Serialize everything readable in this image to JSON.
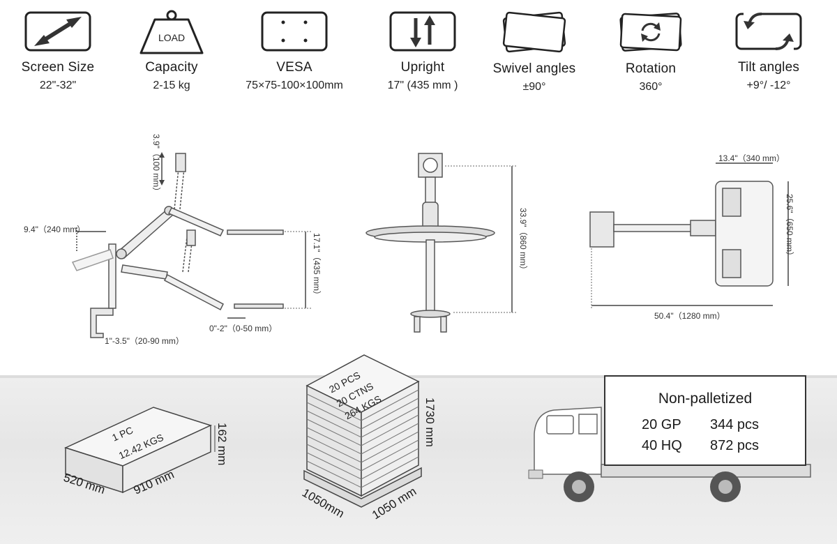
{
  "specs": [
    {
      "title": "Screen Size",
      "value": "22\"-32\"",
      "icon": "diagonal-arrow-icon"
    },
    {
      "title": "Capacity",
      "value": "2-15 kg",
      "icon": "load-weight-icon",
      "icon_text": "LOAD"
    },
    {
      "title": "VESA",
      "value": "75×75-100×100mm",
      "icon": "vesa-plate-icon"
    },
    {
      "title": "Upright",
      "value": "17\" (435 mm )",
      "icon": "up-down-arrows-icon"
    },
    {
      "title": "Swivel angles",
      "value": "±90°",
      "icon": "swivel-screens-icon"
    },
    {
      "title": "Rotation",
      "value": "360°",
      "icon": "rotation-icon"
    },
    {
      "title": "Tilt angles",
      "value": "+9°/  -12°",
      "icon": "tilt-arrows-icon"
    }
  ],
  "side_view": {
    "height_adjust": "3.9\"（100 mm）",
    "arm_reach": "9.4\"（240 mm）",
    "pole_height": "17.1\"（435 mm）",
    "clamp_range": "1\"-3.5\"（20-90 mm）",
    "tray_slide": "0\"-2\"（0-50 mm）"
  },
  "front_view": {
    "total_height": "33.9\"（860 mm）"
  },
  "top_view": {
    "tray_width": "13.4\"（340 mm）",
    "tray_depth": "25.6\"（650 mm）",
    "total_reach": "50.4\"（1280 mm）"
  },
  "packaging": {
    "single_box": {
      "line1": "1 PC",
      "line2": "12.42  KGS",
      "length": "910 mm",
      "width": "520 mm",
      "height": "162 mm"
    },
    "pallet": {
      "line1": "20 PCS",
      "line2": "20 CTNS",
      "line3": "264 KGS",
      "height": "1730 mm",
      "length": "1050mm",
      "width": "1050 mm"
    }
  },
  "shipping": {
    "title": "Non-palletized",
    "rows": [
      {
        "container": "20 GP",
        "qty": "344 pcs"
      },
      {
        "container": "40 HQ",
        "qty": "872 pcs"
      }
    ]
  },
  "colors": {
    "ink": "#1a1a1a",
    "line": "#555555",
    "floor": "#e9e9e9"
  }
}
